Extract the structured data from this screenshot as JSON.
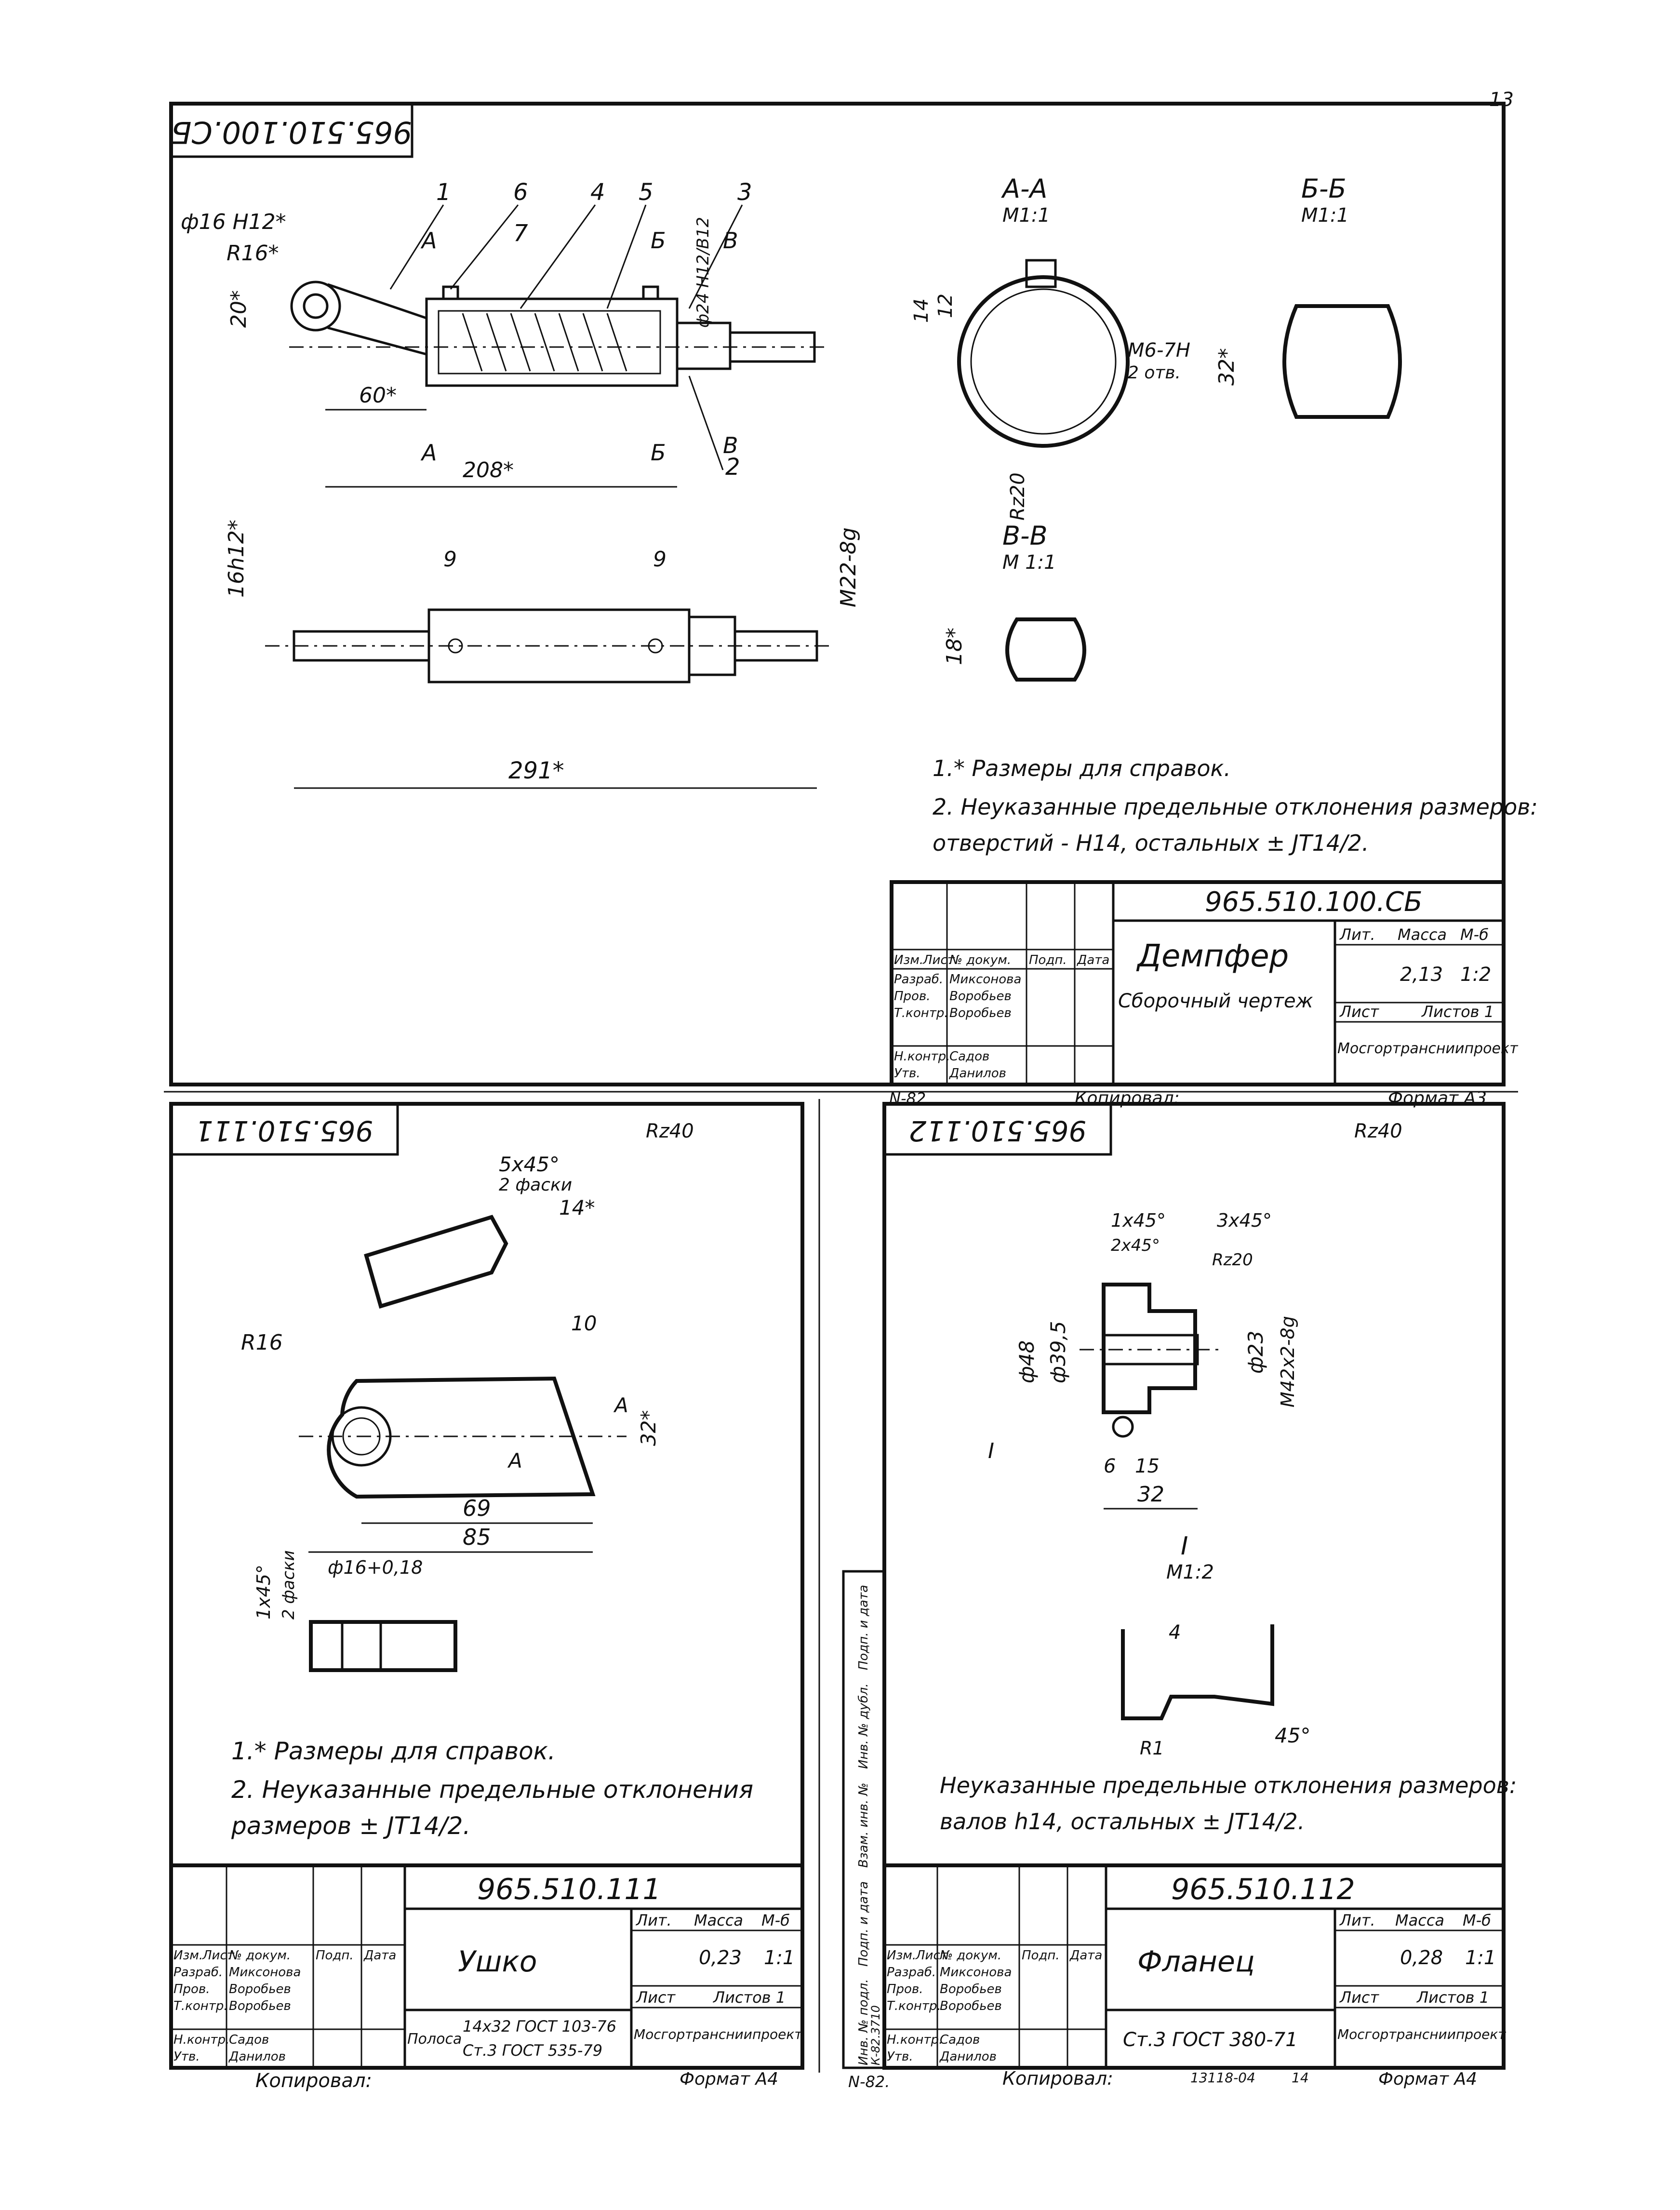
{
  "page_number": "13",
  "sheet1": {
    "mirrored_code": "965.510.100.СБ",
    "leaders": [
      "1",
      "6",
      "7",
      "4",
      "5",
      "3",
      "2"
    ],
    "section_marks": [
      "А",
      "Б",
      "В"
    ],
    "dims": {
      "hole": "ф16 Н12*",
      "radius": "R16*",
      "height": "20*",
      "len60": "60*",
      "len208": "208*",
      "rod": "ф24 Н12/В12",
      "shaft": "16h12*",
      "nine": "9",
      "thread": "М22-8g",
      "len291": "291*"
    },
    "sections": {
      "aa": {
        "title": "А-А",
        "scale": "М1:1"
      },
      "bb": {
        "title": "Б-Б",
        "scale": "М1:1"
      },
      "vv": {
        "title": "В-В",
        "scale": "М 1:1"
      }
    },
    "section_dims": {
      "d14": "14",
      "d12": "12",
      "thread": "М6-7Н",
      "holes": "2 отв.",
      "d32": "32*",
      "rz": "Rz20",
      "d18": "18*"
    },
    "notes": [
      "1.* Размеры для справок.",
      "2. Неуказанные предельные отклонения размеров:",
      "отверстий - Н14, остальных ± JT14/2."
    ],
    "stamp": {
      "code": "965.510.100.СБ",
      "name": "Демпфер",
      "subtitle": "Сборочный чертеж",
      "lit_hdr": "Лит.",
      "mass_hdr": "Масса",
      "scale_hdr": "М-б",
      "mass": "2,13",
      "scale": "1:2",
      "sheet_hdr": "Лист",
      "sheets_hdr": "Листов 1",
      "org": "Мосгортрансниипроект",
      "col_headers": [
        "Изм.",
        "Лист",
        "№ докум.",
        "Подп.",
        "Дата"
      ],
      "roles": [
        "Разраб.",
        "Пров.",
        "Т.контр.",
        "Н.контр.",
        "Утв."
      ],
      "names": [
        "Миксонова",
        "Воробьев",
        "Воробьев",
        "Садов",
        "Данилов"
      ]
    },
    "footer": {
      "left": "N-82.",
      "copied": "Копировал:",
      "format": "Формат А3"
    }
  },
  "sheet2": {
    "mirrored_code": "965.510.111",
    "roughness": "Rz40",
    "chamfer": "5х45°",
    "chamfer_note": "2 фаски",
    "d14": "14*",
    "radius": "R16",
    "d10": "10",
    "d32": "32*",
    "section": "А",
    "d69": "69",
    "d85": "85",
    "hole": "ф16+0,18",
    "side_chamfer": "1х45°",
    "side_chamfer_note": "2 фаски",
    "notes": [
      "1.* Размеры для справок.",
      "2. Неуказанные предельные отклонения",
      "размеров ± JT14/2."
    ],
    "stamp": {
      "code": "965.510.111",
      "name": "Ушко",
      "lit_hdr": "Лит.",
      "mass_hdr": "Масса",
      "scale_hdr": "М-б",
      "mass": "0,23",
      "scale": "1:1",
      "sheet_hdr": "Лист",
      "sheets_hdr": "Листов 1",
      "material_label": "Полоса",
      "material_top": "14х32 ГОСТ 103-76",
      "material_bottom": "Ст.3 ГОСТ 535-79",
      "org": "Мосгортрансниипроект",
      "col_headers": [
        "Изм.",
        "Лист",
        "№ докум.",
        "Подп.",
        "Дата"
      ],
      "roles": [
        "Разраб.",
        "Пров.",
        "Т.контр.",
        "Н.контр.",
        "Утв."
      ],
      "names": [
        "Миксонова",
        "Воробьев",
        "Воробьев",
        "Садов",
        "Данилов"
      ]
    },
    "footer": {
      "copied": "Копировал:",
      "format": "Формат А4"
    }
  },
  "sheet3": {
    "mirrored_code": "965.510.112",
    "roughness": "Rz40",
    "c1": "1х45°",
    "c2": "2х45°",
    "c3": "3х45°",
    "rz": "Rz20",
    "d48": "ф48",
    "d395": "ф39,5",
    "d23": "ф23",
    "thread": "М42х2-8g",
    "view_mark": "I",
    "d6": "6",
    "d15": "15",
    "d32": "32",
    "detail": {
      "title": "I",
      "scale": "М1:2"
    },
    "d4": "4",
    "r1": "R1",
    "angle": "45°",
    "notes": [
      "Неуказанные предельные отклонения размеров:",
      "валов h14, остальных ± JT14/2."
    ],
    "stamp": {
      "code": "965.510.112",
      "name": "Фланец",
      "lit_hdr": "Лит.",
      "mass_hdr": "Масса",
      "scale_hdr": "М-б",
      "mass": "0,28",
      "scale": "1:1",
      "sheet_hdr": "Лист",
      "sheets_hdr": "Листов 1",
      "material": "Ст.3 ГОСТ 380-71",
      "org": "Мосгортрансниипроект",
      "col_headers": [
        "Изм.",
        "Лист",
        "№ докум.",
        "Подп.",
        "Дата"
      ],
      "roles": [
        "Разраб.",
        "Пров.",
        "Т.контр.",
        "Н.контр.",
        "Утв."
      ],
      "names": [
        "Миксонова",
        "Воробьев",
        "Воробьев",
        "Садов",
        "Данилов"
      ]
    },
    "side_strip": [
      "Инв. № подл.",
      "Подп. и дата",
      "Взам. инв. №",
      "Инв. № дубл.",
      "Подп. и дата"
    ],
    "side_inv": "К-82.3710",
    "footer": {
      "left": "N-82.",
      "copied": "Копировал:",
      "doc_no": "13118-04",
      "sheet_no": "14",
      "format": "Формат А4"
    }
  }
}
